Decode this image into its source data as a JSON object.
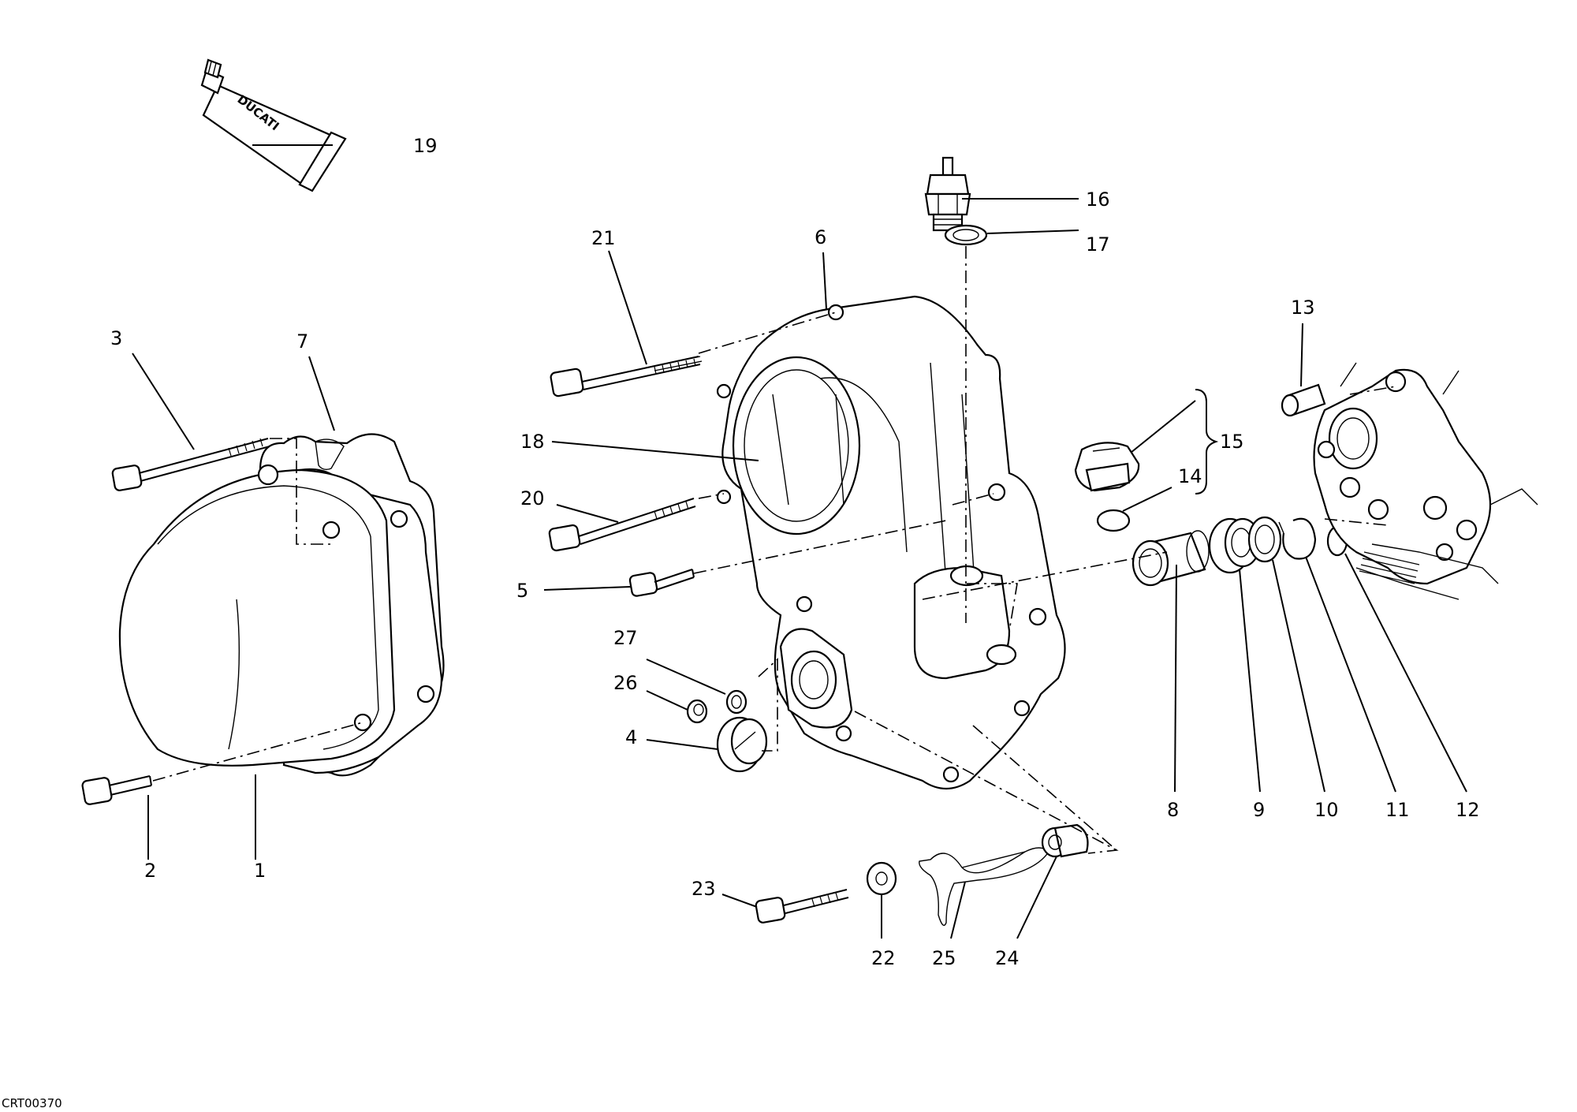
{
  "diagram_code": "CRT00370",
  "tube_brand": "DUCATI",
  "callouts": [
    {
      "id": "1",
      "label": "1"
    },
    {
      "id": "2",
      "label": "2"
    },
    {
      "id": "3",
      "label": "3"
    },
    {
      "id": "4",
      "label": "4"
    },
    {
      "id": "5",
      "label": "5"
    },
    {
      "id": "6",
      "label": "6"
    },
    {
      "id": "7",
      "label": "7"
    },
    {
      "id": "8",
      "label": "8"
    },
    {
      "id": "9",
      "label": "9"
    },
    {
      "id": "10",
      "label": "10"
    },
    {
      "id": "11",
      "label": "11"
    },
    {
      "id": "12",
      "label": "12"
    },
    {
      "id": "13",
      "label": "13"
    },
    {
      "id": "14",
      "label": "14"
    },
    {
      "id": "15",
      "label": "15"
    },
    {
      "id": "16",
      "label": "16"
    },
    {
      "id": "17",
      "label": "17"
    },
    {
      "id": "18",
      "label": "18"
    },
    {
      "id": "19",
      "label": "19"
    },
    {
      "id": "20",
      "label": "20"
    },
    {
      "id": "21",
      "label": "21"
    },
    {
      "id": "22",
      "label": "22"
    },
    {
      "id": "23",
      "label": "23"
    },
    {
      "id": "24",
      "label": "24"
    },
    {
      "id": "25",
      "label": "25"
    },
    {
      "id": "26",
      "label": "26"
    },
    {
      "id": "27",
      "label": "27"
    }
  ]
}
